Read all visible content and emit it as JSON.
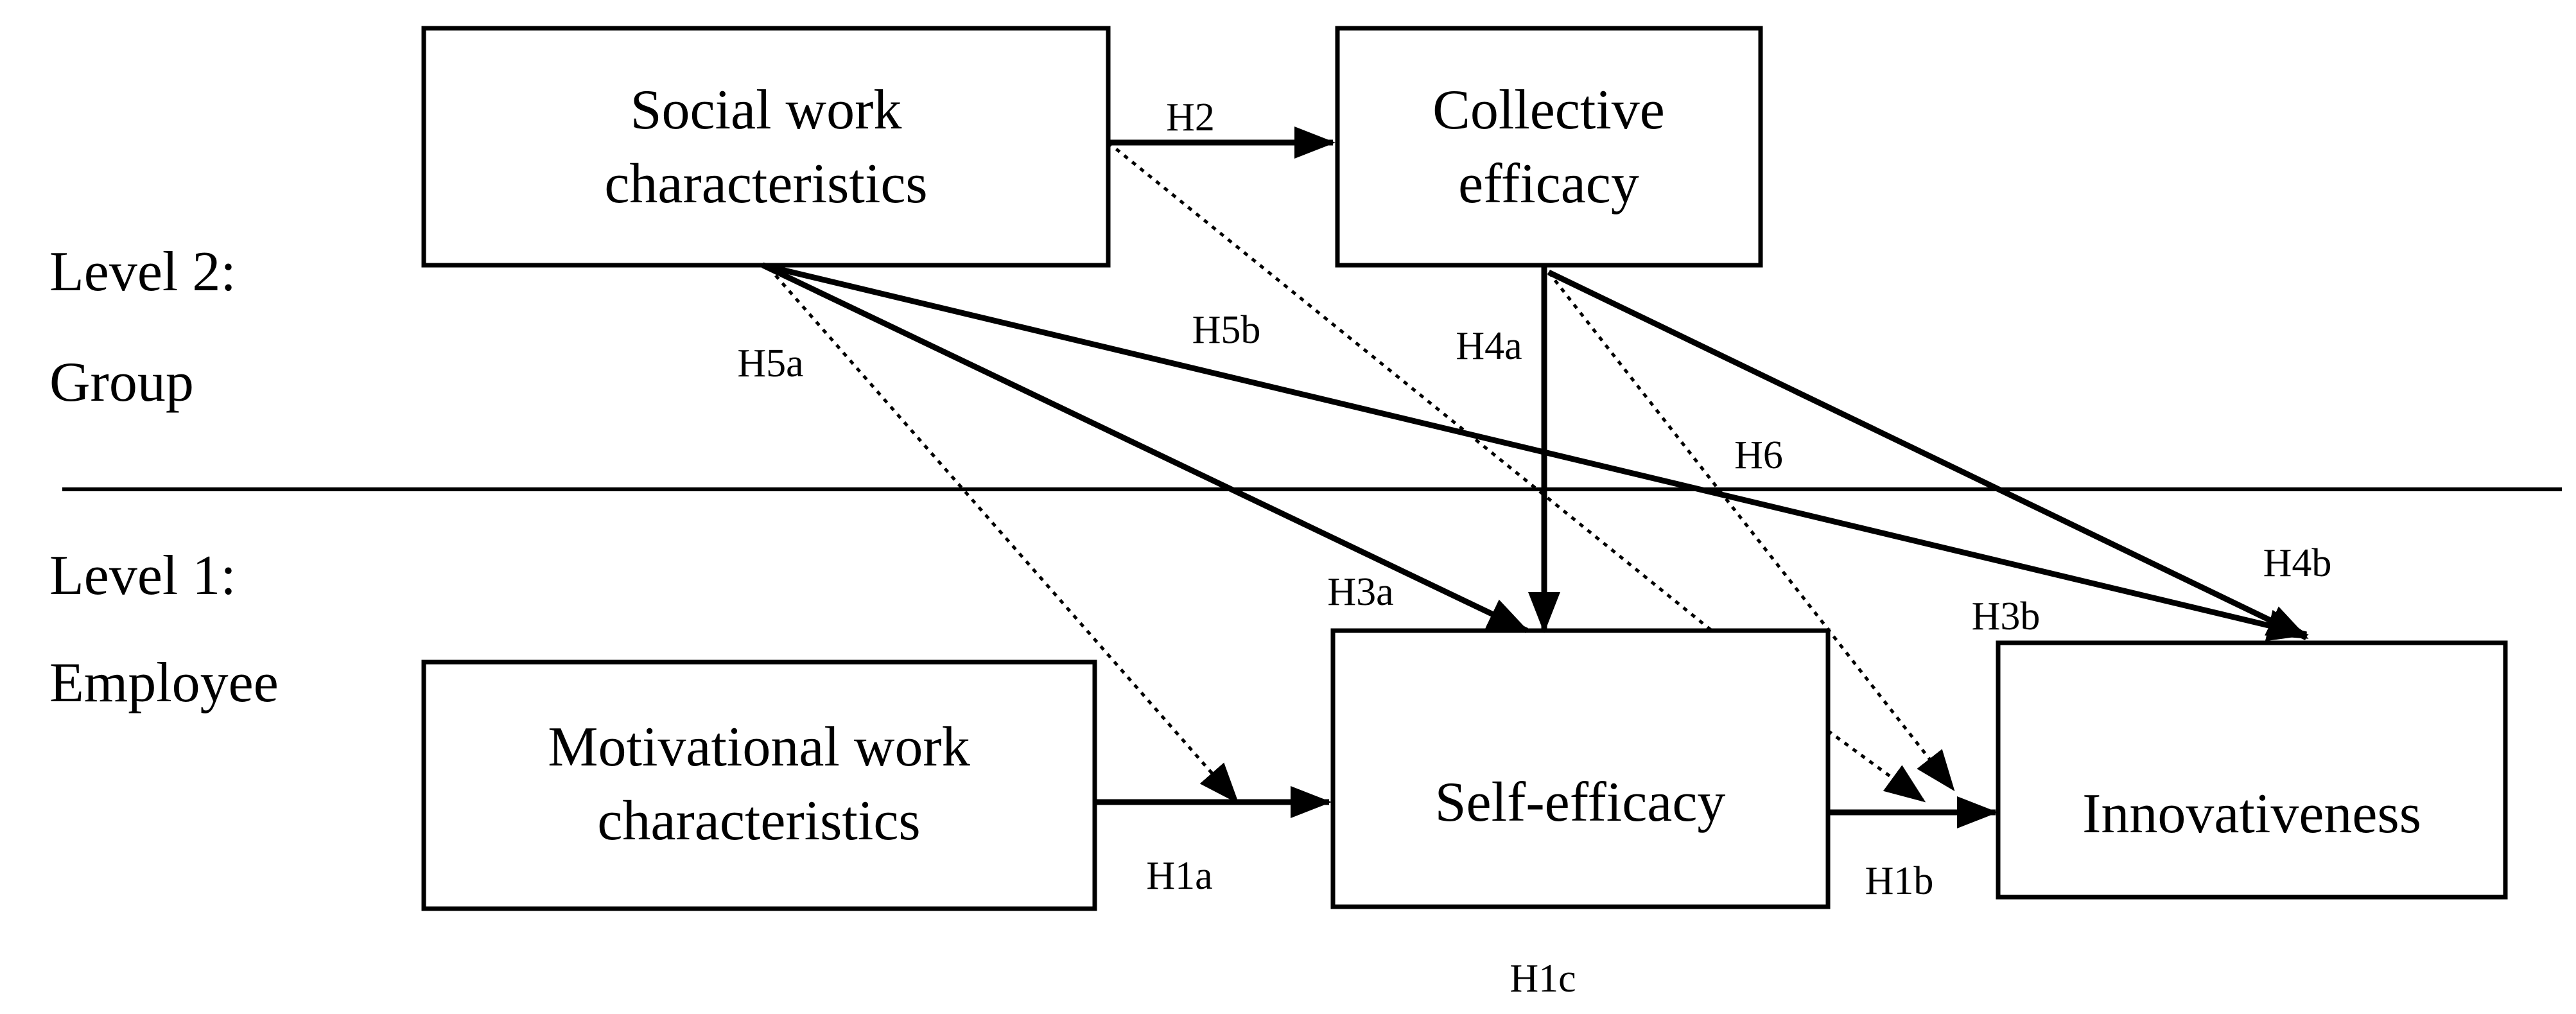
{
  "levels": {
    "level2_line1": "Level 2:",
    "level2_line2": "Group",
    "level1_line1": "Level 1:",
    "level1_line2": "Employee"
  },
  "boxes": {
    "social_line1": "Social work",
    "social_line2": "characteristics",
    "collective_line1": "Collective",
    "collective_line2": "efficacy",
    "motivational_line1": "Motivational work",
    "motivational_line2": "characteristics",
    "self_efficacy": "Self-efficacy",
    "innovativeness": "Innovativeness"
  },
  "hypotheses": {
    "h2": "H2",
    "h5a": "H5a",
    "h5b": "H5b",
    "h4a": "H4a",
    "h6": "H6",
    "h3a": "H3a",
    "h4b": "H4b",
    "h3b": "H3b",
    "h1a": "H1a",
    "h1b": "H1b",
    "h1c": "H1c"
  }
}
